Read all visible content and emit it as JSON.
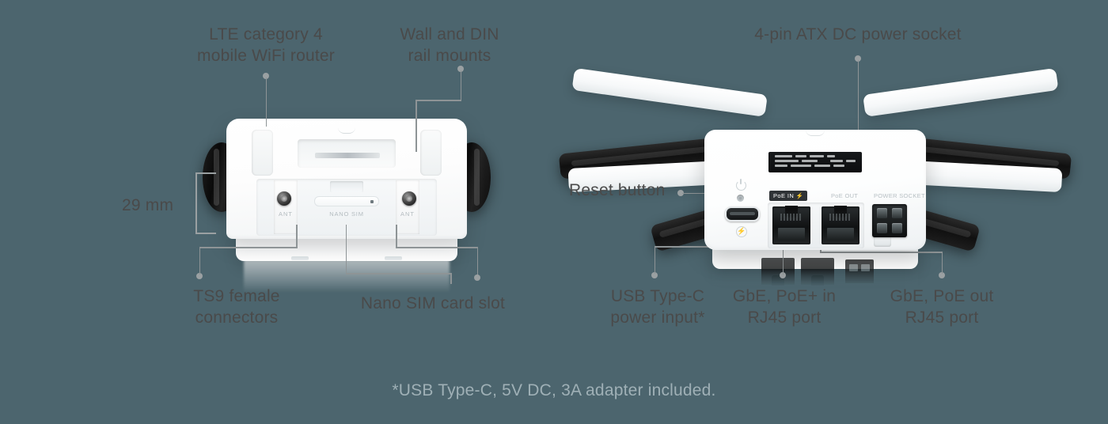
{
  "background_color": "#4c656e",
  "text_color": "#4a4a4a",
  "leader_color": "#8e9496",
  "footnote_color": "#9fb0b6",
  "callouts": {
    "lte_router": "LTE category 4\nmobile WiFi router",
    "wall_din": "Wall and DIN\nrail mounts",
    "atx_socket": "4-pin ATX DC power socket",
    "dimension": "29 mm",
    "ts9": "TS9 female\nconnectors",
    "nano_sim": "Nano SIM card slot",
    "reset_button": "Reset button",
    "usb_c": "USB Type-C\npower input*",
    "poe_in": "GbE, PoE+ in\nRJ45 port",
    "poe_out": "GbE, PoE out\nRJ45 port"
  },
  "footnote": "*USB Type-C, 5V DC, 3A adapter included.",
  "left_device": {
    "ant_label_left": "ANT",
    "ant_label_right": "ANT",
    "sim_label": "NANO SIM"
  },
  "right_device": {
    "poe_in_badge": "PoE IN ⚡",
    "poe_out_label": "PoE OUT",
    "power_socket_label": "POWER SOCKET",
    "bolt_glyph": "⚡"
  }
}
